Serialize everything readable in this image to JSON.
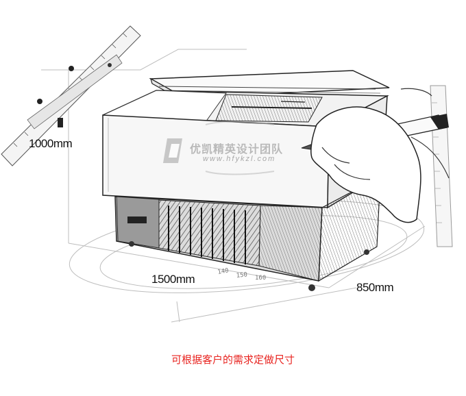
{
  "dimensions": {
    "height": "1000mm",
    "width": "1500mm",
    "depth": "850mm"
  },
  "watermark": {
    "text": "优凯精英设计团队",
    "url": "www.hfykzl.com"
  },
  "caption": "可根据客户的需求定做尺寸",
  "colors": {
    "caption": "#e8231f",
    "line": "#2a2a2a"
  }
}
